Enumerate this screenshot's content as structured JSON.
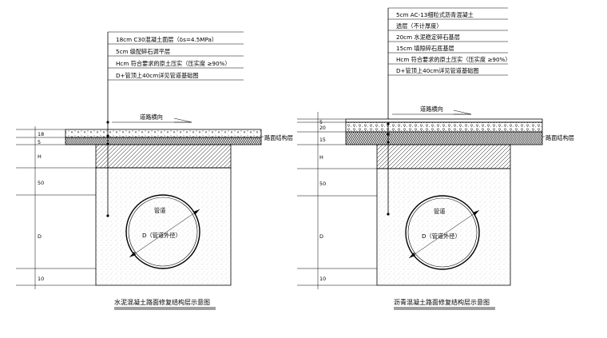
{
  "left": {
    "layers": [
      "18cm C30混凝土面层（δs=4.5MPa）",
      "5cm  级配碎石调平层",
      "Hcm  符合要求的原土压实（压实度 ≥90%）",
      "D+管顶上40cm详见管道基础图"
    ],
    "road_direction": "道路横向",
    "structure_label": "路面结构层",
    "pipe_label": "管道",
    "pipe_dim": "D（管道外径）",
    "dims": [
      "18",
      "5",
      "H",
      "50",
      "D",
      "10"
    ],
    "caption": "水泥混凝土路面修复结构层示意图"
  },
  "right": {
    "layers": [
      "5cm AC-13细粒式沥青混凝土",
      "透层（不计厚度）",
      "20cm 水泥稳定碎石基层",
      "15cm  填隙碎石底基层",
      "Hcm  符合要求的原土压实（压实度 ≥90%）",
      "D+管顶上40cm详见管道基础图"
    ],
    "road_direction": "道路横向",
    "structure_label": "路面结构层",
    "pipe_label": "管道",
    "pipe_dim": "D（管道外径）",
    "dims": [
      "5",
      "20",
      "15",
      "H",
      "50",
      "D",
      "10"
    ],
    "caption": "沥青混凝土路面修复结构层示意图"
  }
}
